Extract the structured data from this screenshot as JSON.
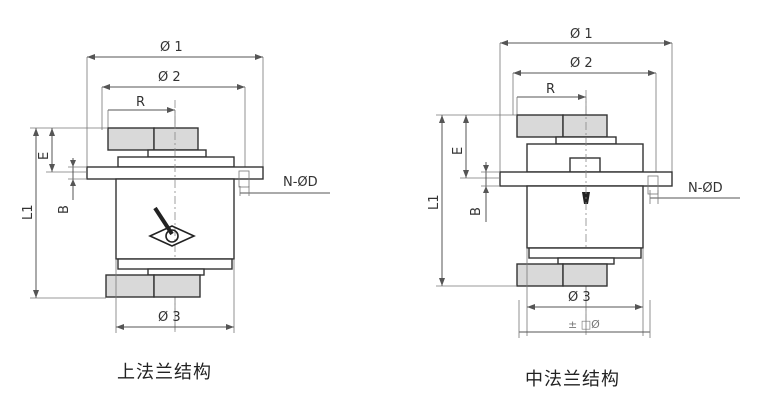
{
  "left_figure": {
    "caption": "上法兰结构",
    "labels": {
      "phi1": "Ø 1",
      "phi2": "Ø 2",
      "phi3": "Ø 3",
      "radius": "R",
      "length": "L1",
      "e": "E",
      "b": "B",
      "holes": "N-ØD"
    }
  },
  "right_figure": {
    "caption": "中法兰结构",
    "labels": {
      "phi1": "Ø 1",
      "phi2": "Ø 2",
      "phi3": "Ø 3",
      "radius": "R",
      "length": "L1",
      "e": "E",
      "b": "B",
      "holes": "N-ØD",
      "bottom_note": "± □Ø"
    }
  },
  "colors": {
    "line": "#333333",
    "dimension": "#555555",
    "shade": "#d9d9d9"
  }
}
